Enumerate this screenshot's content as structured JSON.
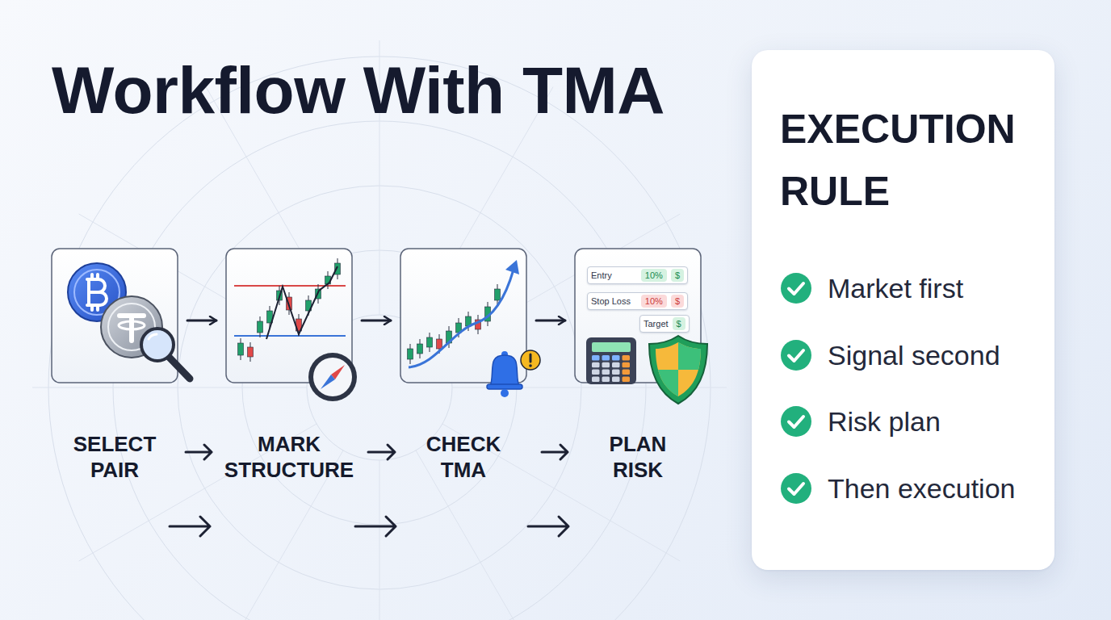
{
  "diagram": {
    "title": "Workflow With TMA",
    "nodes": [
      {
        "text": [
          "SELECT PAIR"
        ]
      },
      {
        "text": [
          "MARK STRUCTURE"
        ]
      },
      {
        "text": [
          "CHECK TMA"
        ]
      },
      {
        "text": [
          "PLAN RISK"
        ]
      },
      {
        "text": [
          "Entry",
          "10%",
          "$"
        ],
        "in": 3
      },
      {
        "text": [
          "Stop Loss",
          "10%",
          "$"
        ],
        "in": 3
      },
      {
        "text": [
          "Target",
          "$"
        ],
        "in": 3
      },
      {
        "text": [
          "EXECUTION RULE",
          "Market first",
          "Signal second",
          "Risk plan",
          "Then execution"
        ]
      }
    ],
    "edges": [
      {
        "from": 0,
        "to": 1,
        "arrow": "to"
      },
      {
        "from": 1,
        "to": 2,
        "arrow": "to"
      },
      {
        "from": 2,
        "to": 3,
        "arrow": "to"
      }
    ]
  }
}
